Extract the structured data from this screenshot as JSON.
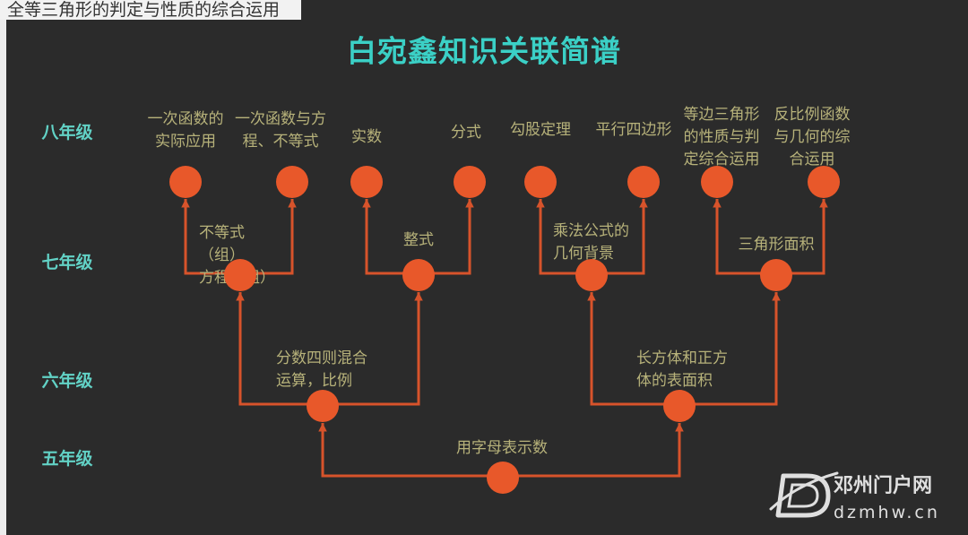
{
  "header_strip": {
    "text": "全等三角形的判定与性质的综合运用"
  },
  "title": "白宛鑫知识关联简谱",
  "grades": [
    "八年级",
    "七年级",
    "六年级",
    "五年级"
  ],
  "tree": {
    "lines": [
      "用字母表示数"
    ],
    "children": [
      {
        "lines": [
          "分数四则混合",
          "运算，比例"
        ],
        "children": [
          {
            "lines": [
              "不等式",
              "（组）",
              "方程（组）"
            ],
            "children": [
              {
                "lines": [
                  "一次函数的",
                  "实际应用"
                ]
              },
              {
                "lines": [
                  "一次函数与方",
                  "程、不等式"
                ]
              }
            ]
          },
          {
            "lines": [
              "整式"
            ],
            "children": [
              {
                "lines": [
                  "实数"
                ]
              },
              {
                "lines": [
                  "分式"
                ]
              }
            ]
          }
        ]
      },
      {
        "lines": [
          "长方体和正方",
          "体的表面积"
        ],
        "children": [
          {
            "lines": [
              "乘法公式的",
              "几何背景"
            ],
            "children": [
              {
                "lines": [
                  "勾股定理"
                ]
              },
              {
                "lines": [
                  "平行四边形"
                ]
              }
            ]
          },
          {
            "lines": [
              "三角形面积"
            ],
            "children": [
              {
                "lines": [
                  "等边三角形",
                  "的性质与判",
                  "定综合运用"
                ]
              },
              {
                "lines": [
                  "反比例函数",
                  "与几何的综",
                  "合运用"
                ]
              }
            ]
          }
        ]
      }
    ]
  },
  "watermark": {
    "name": "邓州门户网",
    "domain": "dzmhw.cn"
  },
  "colors": {
    "background": "#2b2b2b",
    "title": "#3bd0c6",
    "grade": "#62d2c6",
    "label": "#b7b27a",
    "node": "#e8582a",
    "edge": "#d7532b"
  }
}
